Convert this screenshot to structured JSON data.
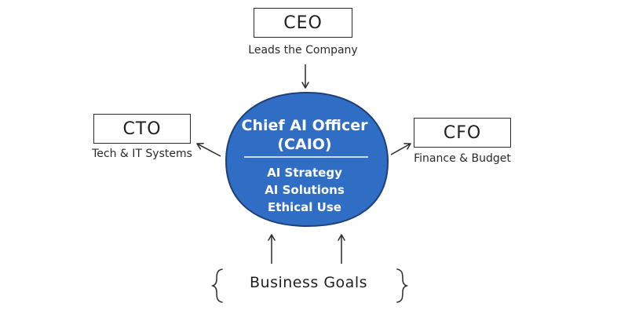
{
  "diagram": {
    "ceo": {
      "title": "CEO",
      "caption": "Leads the Company"
    },
    "cto": {
      "title": "CTO",
      "caption": "Tech & IT Systems"
    },
    "cfo": {
      "title": "CFO",
      "caption": "Finance & Budget"
    },
    "caio": {
      "title": "Chief AI Officer",
      "abbr": "(CAIO)",
      "roles": [
        "AI Strategy",
        "AI Solutions",
        "Ethical Use"
      ]
    },
    "goals": {
      "label": "Business Goals"
    }
  },
  "colors": {
    "caio_fill": "#2f6ec4",
    "caio_stroke": "#1e3f78",
    "line": "#2b2b2b",
    "text": "#1f1f1f"
  }
}
